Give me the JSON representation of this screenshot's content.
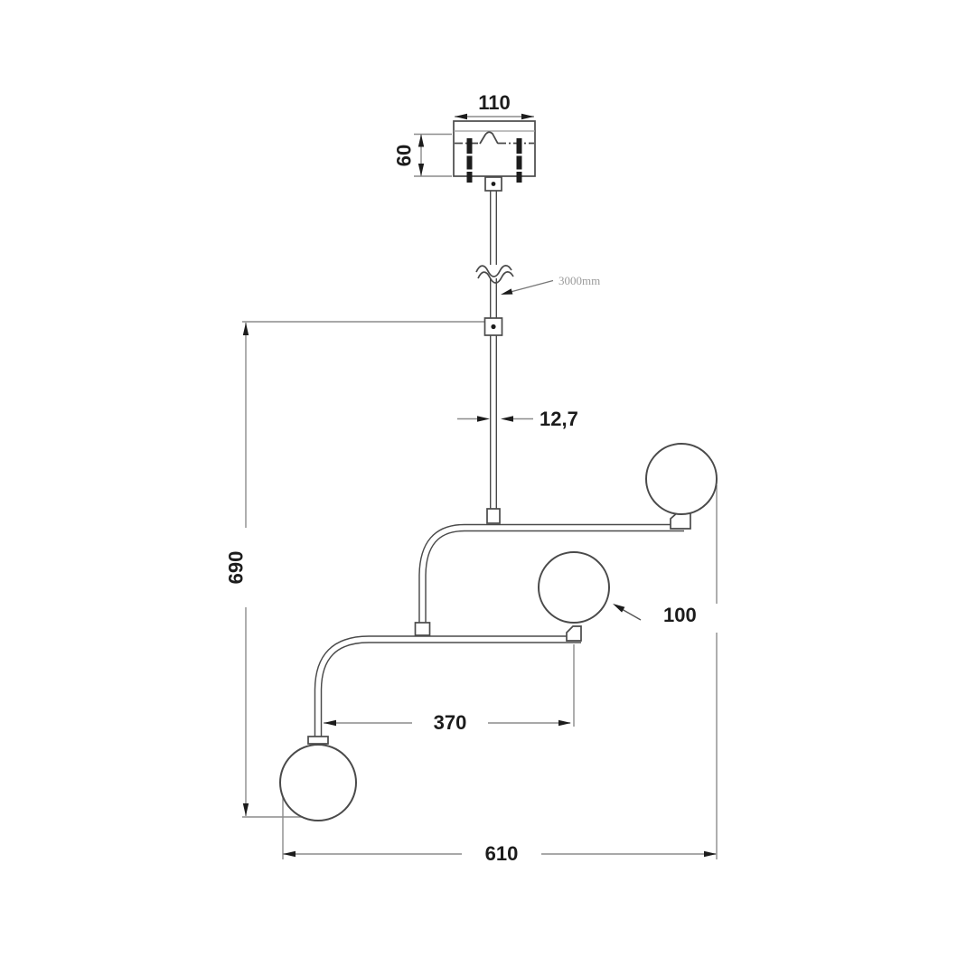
{
  "drawing": {
    "type": "technical dimensional drawing",
    "subject": "three-globe pendant lamp, side elevation",
    "background_color": "#ffffff",
    "colors": {
      "structure_line": "#4a4a4a",
      "dimension_line": "#8c8c8c",
      "dimension_text": "#1c1c1c",
      "note_text": "#9b9b9b"
    },
    "dimensions": {
      "canopy_width": "110",
      "canopy_height": "60",
      "rod_diameter": "12,7",
      "drop_height": "690",
      "globe_diameter": "100",
      "arm_offset": "370",
      "overall_width": "610",
      "cable_length": "3000mm"
    }
  }
}
